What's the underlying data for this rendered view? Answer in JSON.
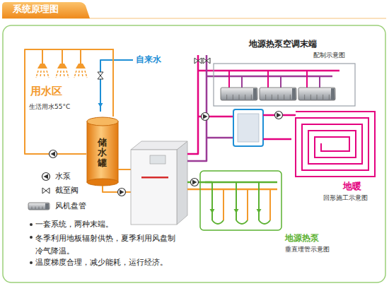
{
  "diagram": {
    "title": "系统原理图",
    "nodes": [
      {
        "text": [
          "用水区",
          "生活用水55°C"
        ]
      },
      {
        "text": [
          "储水罐"
        ]
      },
      {
        "text": [
          "地暖",
          "回形施工示意图"
        ]
      },
      {
        "text": [
          "地源热泵",
          "垂直埋管示意图"
        ]
      },
      {
        "text": [
          "地源热泵空调末端",
          "配制示意图"
        ]
      }
    ],
    "edges": [
      {
        "from": 1,
        "to": 0,
        "arrow": "none"
      }
    ],
    "labels": [
      "自来水",
      "一套系统，两种末端。",
      "冬季利用地板辐射供热，夏季利用风盘制冷气降温。",
      "温度梯度合理，减少能耗，运行经济。"
    ],
    "legend": [
      {
        "text": "水泵"
      },
      {
        "text": "截至阀"
      },
      {
        "text": "风机盘管"
      }
    ]
  }
}
